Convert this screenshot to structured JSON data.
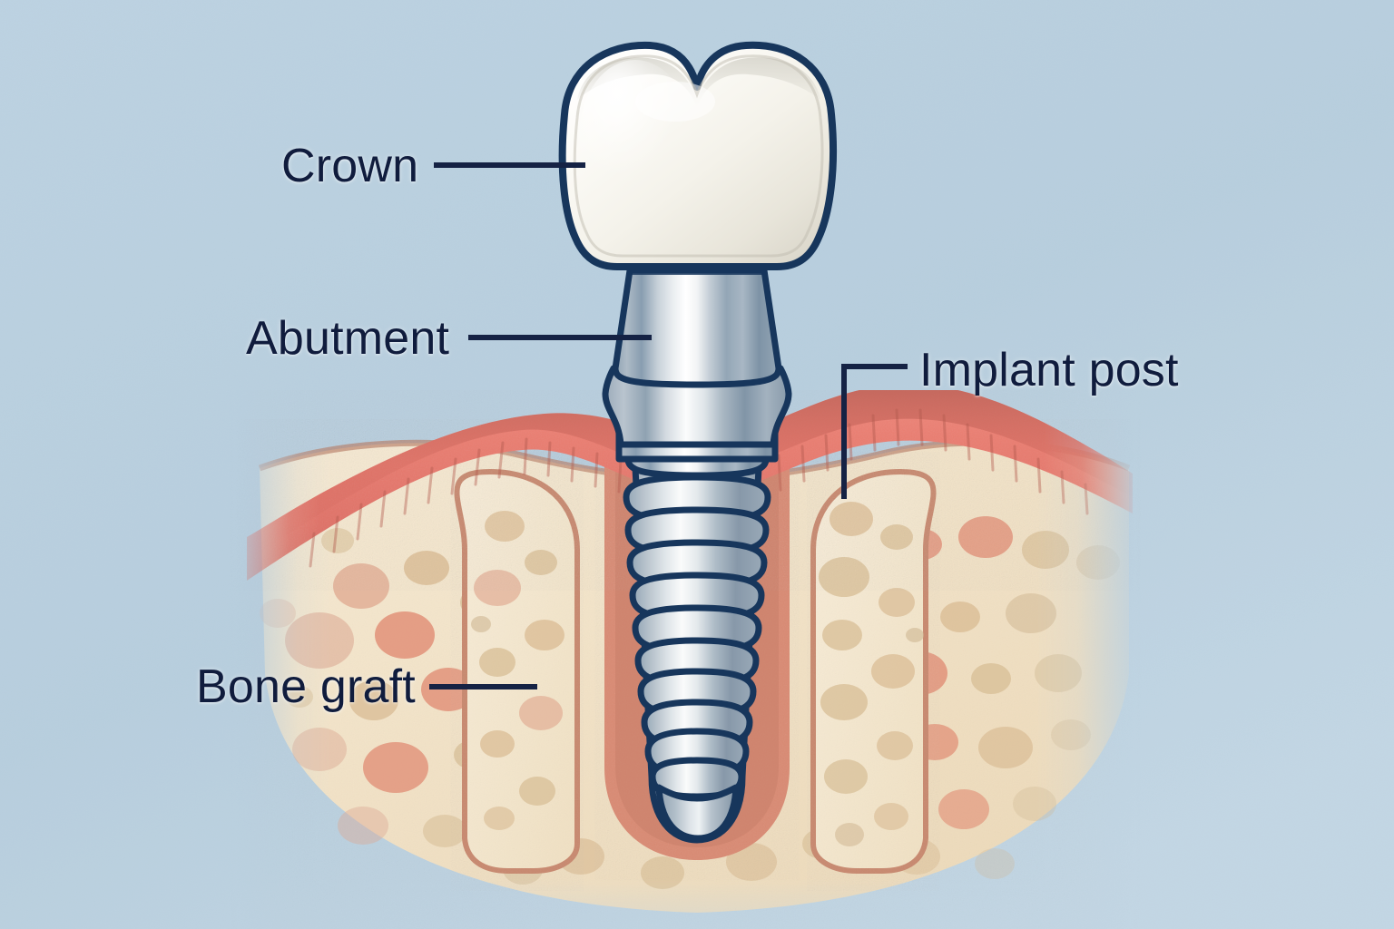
{
  "diagram": {
    "subject": "dental-implant-cross-section",
    "background_color": "#b9d0e0",
    "outline_color": "#17365c",
    "label_color": "#101c3d",
    "labels": [
      {
        "id": "crown",
        "text": "Crown",
        "leader": "horizontal-right"
      },
      {
        "id": "abutment",
        "text": "Abutment",
        "leader": "horizontal-right"
      },
      {
        "id": "implant_post",
        "text": "Implant post",
        "leader": "elbow-down-left"
      },
      {
        "id": "bone_graft",
        "text": "Bone graft",
        "leader": "horizontal-right"
      }
    ],
    "parts": {
      "crown": {
        "name": "Crown",
        "color": "#f7f5ef",
        "shade": "#d9d6cc"
      },
      "abutment": {
        "name": "Abutment",
        "color": "#c3ccd6",
        "shade": "#7f93a8",
        "highlight": "#ffffff"
      },
      "implant_post": {
        "name": "Implant post",
        "color": "#bfcbd6",
        "shade": "#8aa0b4",
        "threads": 11
      },
      "gum": {
        "name": "Gum tissue",
        "color": "#e8796d",
        "shade": "#b9574f"
      },
      "bone_graft": {
        "name": "Bone graft",
        "color": "#f0dfc0",
        "shade": "#d9bf94",
        "socket_lining": "#d98a72"
      },
      "native_bone": {
        "name": "Cancellous bone",
        "color": "#f2e3c6",
        "marrow_red": "#e08a72",
        "marrow_tan": "#d5bb92"
      }
    }
  }
}
